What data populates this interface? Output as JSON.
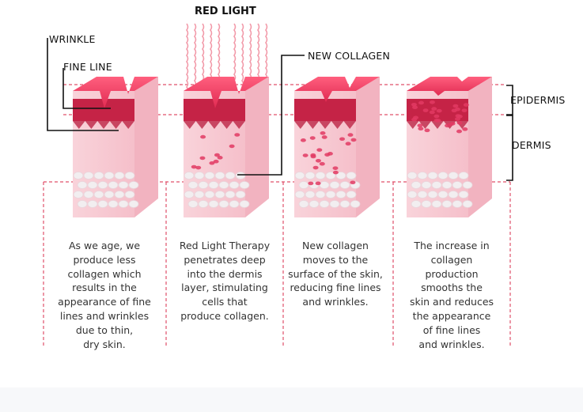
{
  "diagram": {
    "title": "RED LIGHT",
    "labels": {
      "wrinkle": "WRINKLE",
      "fine_line": "FINE LINE",
      "new_collagen": "NEW COLLAGEN",
      "epidermis": "EPIDERMIS",
      "dermis": "DERMIS"
    },
    "stages": [
      {
        "lines": [
          "As we age, we",
          "produce less",
          "collagen which",
          "results in the",
          "appearance of fine",
          "lines and wrinkles",
          "due to thin,",
          "dry skin."
        ]
      },
      {
        "lines": [
          "Red Light Therapy",
          "penetrates deep",
          "into the dermis",
          "layer, stimulating",
          "cells that",
          "produce collagen."
        ]
      },
      {
        "lines": [
          "New collagen",
          "moves to the",
          "surface of the skin,",
          "reducing fine lines",
          "and wrinkles."
        ]
      },
      {
        "lines": [
          "The increase in",
          "collagen",
          "production",
          "smooths the",
          "skin and reduces",
          "the appearance",
          "of fine lines",
          "and wrinkles."
        ]
      }
    ],
    "colors": {
      "guide_dash": "#e0506a",
      "skin_red": "#e8325a",
      "skin_dark": "#b81a3c",
      "skin_pink": "#f7c9d2",
      "fat_cells": "#f2eef0",
      "light_rays": "#f29aa9",
      "collagen_dots": "#e23a63"
    }
  }
}
